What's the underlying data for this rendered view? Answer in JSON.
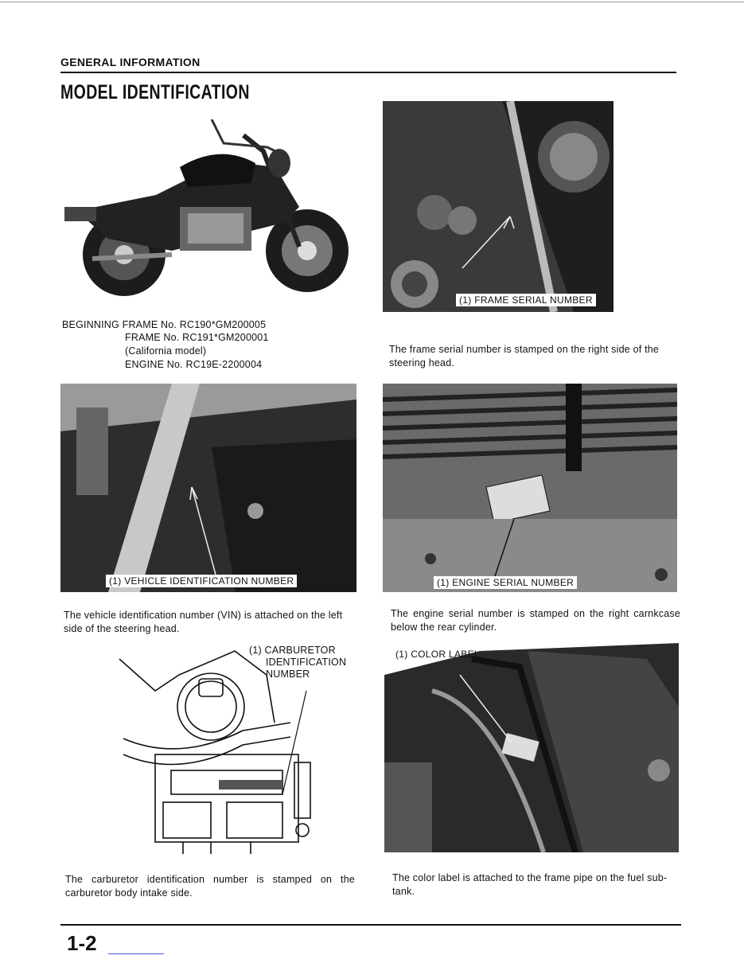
{
  "header": {
    "section": "GENERAL INFORMATION",
    "title": "MODEL IDENTIFICATION"
  },
  "identification": {
    "line1_label": "BEGINNING FRAME No.",
    "line1_value": "RC190*GM200005",
    "line2": "FRAME No. RC191*GM200001",
    "line3": "(California model)",
    "line4": "ENGINE No. RC19E-2200004"
  },
  "frame_serial": {
    "label": "(1) FRAME SERIAL NUMBER",
    "caption": "The frame serial number is stamped on the right side of the steering head."
  },
  "vin": {
    "label": "(1) VEHICLE IDENTIFICATION NUMBER",
    "caption": "The vehicle identification number (VIN) is attached on the left side of the steering head."
  },
  "engine_serial": {
    "label": "(1) ENGINE SERIAL NUMBER",
    "caption": "The engine serial number is stamped on the right carnkcase below the rear cylinder."
  },
  "carburetor": {
    "label_line1": "(1) CARBURETOR",
    "label_line2": "IDENTIFICATION",
    "label_line3": "NUMBER",
    "caption": "The carburetor identification number is stamped on the carburetor body intake side."
  },
  "color_label": {
    "label": "(1) COLOR LABEL",
    "caption": "The color label is attached to the frame pipe on the fuel sub-tank."
  },
  "footer": {
    "page_number": "1-2"
  }
}
